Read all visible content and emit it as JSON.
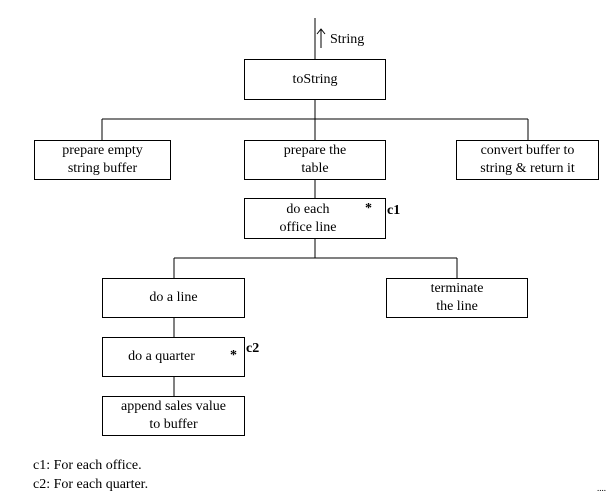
{
  "diagram": {
    "return_label": "String",
    "nodes": {
      "tostring": "toString",
      "prepare_buffer": "prepare empty\nstring buffer",
      "prepare_table": "prepare the\ntable",
      "convert_buffer": "convert buffer to\nstring & return it",
      "do_each_office_line": "do each\noffice line",
      "do_a_line": "do a line",
      "terminate_line": "terminate\nthe line",
      "do_a_quarter": "do a quarter",
      "append_sales": "append sales value\nto buffer"
    },
    "iteration_mark": "*",
    "conditions": {
      "c1_marker": "c1",
      "c2_marker": "c2",
      "c1_note": "c1: For each office.",
      "c2_note": "c2: For each quarter."
    },
    "corner_mark": "...."
  }
}
